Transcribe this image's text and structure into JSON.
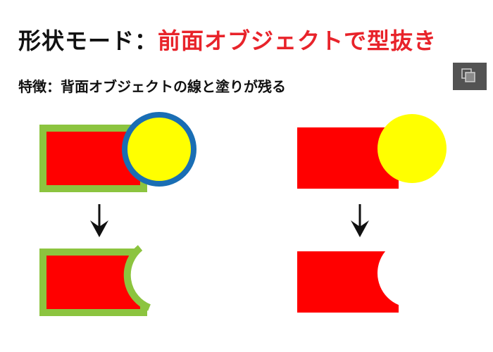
{
  "title": {
    "prefix": "形状モード：",
    "highlight": "前面オブジェクトで型抜き"
  },
  "subtitle": "特徴：背面オブジェクトの線と塗りが残る",
  "icons": {
    "panel_button": "layers-icon",
    "arrow": "down-arrow-icon"
  },
  "colors": {
    "fill_red": "#ff0000",
    "stroke_green": "#8cc43f",
    "fill_yellow": "#ffff00",
    "stroke_blue": "#1a6eb4",
    "title_red": "#e8232a",
    "panel_bg": "#535353"
  }
}
